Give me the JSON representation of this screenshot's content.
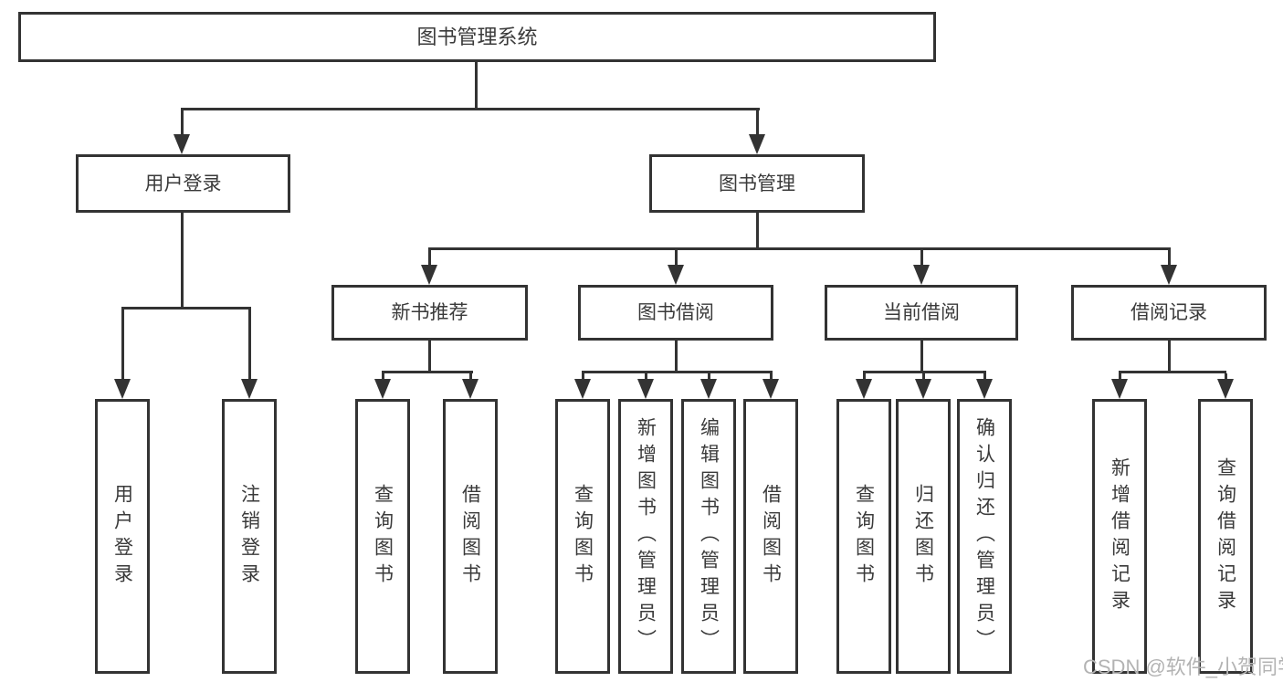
{
  "tree": {
    "root": {
      "label": "图书管理系统"
    },
    "login": {
      "label": "用户登录",
      "leaves": [
        {
          "label": "用户登录"
        },
        {
          "label": "注销登录"
        }
      ]
    },
    "management": {
      "label": "图书管理",
      "groups": [
        {
          "label": "新书推荐",
          "leaves": [
            {
              "label": "查询图书"
            },
            {
              "label": "借阅图书"
            }
          ]
        },
        {
          "label": "图书借阅",
          "leaves": [
            {
              "label": "查询图书"
            },
            {
              "label": "新增图书（管理员）"
            },
            {
              "label": "编辑图书（管理员）"
            },
            {
              "label": "借阅图书"
            }
          ]
        },
        {
          "label": "当前借阅",
          "leaves": [
            {
              "label": "查询图书"
            },
            {
              "label": "归还图书"
            },
            {
              "label": "确认归还（管理员）"
            }
          ]
        },
        {
          "label": "借阅记录",
          "leaves": [
            {
              "label": "新增借阅记录"
            },
            {
              "label": "查询借阅记录"
            }
          ]
        }
      ]
    }
  },
  "watermark": {
    "text": "CSDN @软件_小贺同学"
  },
  "colors": {
    "line": "#333333",
    "text": "#3a3a3a",
    "watermark": "#b3b3b3",
    "background": "#ffffff"
  }
}
